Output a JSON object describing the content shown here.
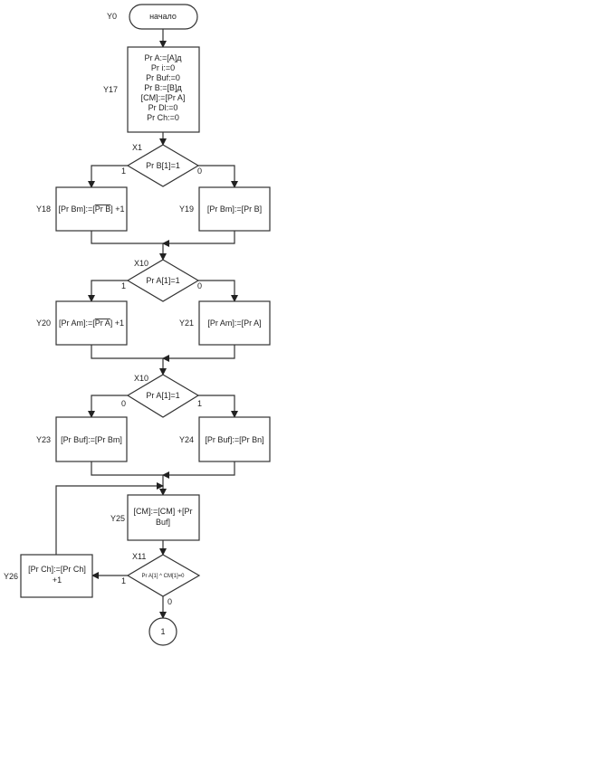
{
  "start": {
    "id": "Y0",
    "text": "начало"
  },
  "init": {
    "id": "Y17",
    "lines": [
      "Pr A:=[A]д",
      "Pr i:=0",
      "Pr Buf:=0",
      "Pr B:=[B]д",
      "[CM]:=[Pr A]",
      "Pr Dl:=0",
      "Pr Ch:=0"
    ]
  },
  "d1": {
    "id": "X1",
    "text": "Pr B[1]=1",
    "left": "1",
    "right": "0"
  },
  "y18": {
    "id": "Y18",
    "pre": "[Pr Bm]:=[",
    "over": "Pr B",
    "post": "] +1"
  },
  "y19": {
    "id": "Y19",
    "text": "[Pr Bm]:=[Pr B]"
  },
  "d2": {
    "id": "X10",
    "text": "Pr A[1]=1",
    "left": "1",
    "right": "0"
  },
  "y20": {
    "id": "Y20",
    "pre": "[Pr Am]:=[",
    "over": "Pr A",
    "post": "] +1"
  },
  "y21": {
    "id": "Y21",
    "text": "[Pr Am]:=[Pr A]"
  },
  "d3": {
    "id": "X10",
    "text": "Pr A[1]=1",
    "left": "0",
    "right": "1"
  },
  "y23": {
    "id": "Y23",
    "text": "[Pr Buf]:=[Pr Bm]"
  },
  "y24": {
    "id": "Y24",
    "text": "[Pr Buf]:=[Pr Bn]"
  },
  "y25": {
    "id": "Y25",
    "lines": [
      "[CM]:=[CM] +[Pr",
      "Buf]"
    ]
  },
  "d4": {
    "id": "X11",
    "text": "Pr A[1] ^ CM[1]=0",
    "left": "1",
    "bottom": "0"
  },
  "y26": {
    "id": "Y26",
    "lines": [
      "[Pr Ch]:=[Pr Ch]",
      "+1"
    ]
  },
  "connector": {
    "text": "1"
  }
}
